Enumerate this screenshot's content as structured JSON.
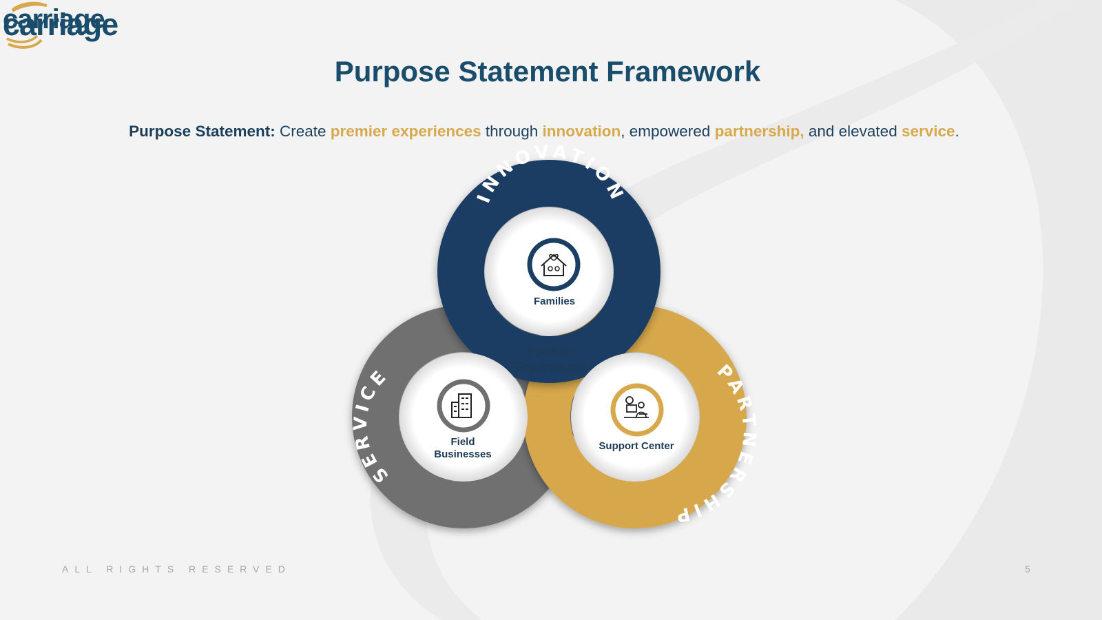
{
  "slide": {
    "title": "Purpose Statement Framework",
    "page_number": "5",
    "footer": "ALL RIGHTS RESERVED"
  },
  "logo": {
    "wordmark": "carriage",
    "colors": {
      "text": "#1a4d6b",
      "swoosh": "#d7a84c"
    }
  },
  "statement": {
    "lead": "Purpose Statement:",
    "parts": [
      " Create ",
      "premier experiences",
      " through ",
      "innovation",
      ", empowered ",
      "partnership,",
      " and elevated ",
      "service",
      "."
    ]
  },
  "diagram": {
    "center": {
      "line1": "Premier",
      "line2": "Experiences"
    },
    "rings": [
      {
        "name": "INNOVATION",
        "color": "#1b3e63",
        "inner_label": "Families",
        "icon": "family-home-icon"
      },
      {
        "name": "SERVICE",
        "color": "#6f6f6f",
        "inner_label_line1": "Field",
        "inner_label_line2": "Businesses",
        "icon": "office-building-icon"
      },
      {
        "name": "PARTNERSHIP",
        "color": "#d7a84c",
        "inner_label": "Support Center",
        "icon": "support-desk-icon"
      }
    ]
  },
  "colors": {
    "navy": "#1a4d6b",
    "gold": "#d7a84c",
    "gray": "#6f6f6f",
    "background": "#f3f3f3"
  }
}
